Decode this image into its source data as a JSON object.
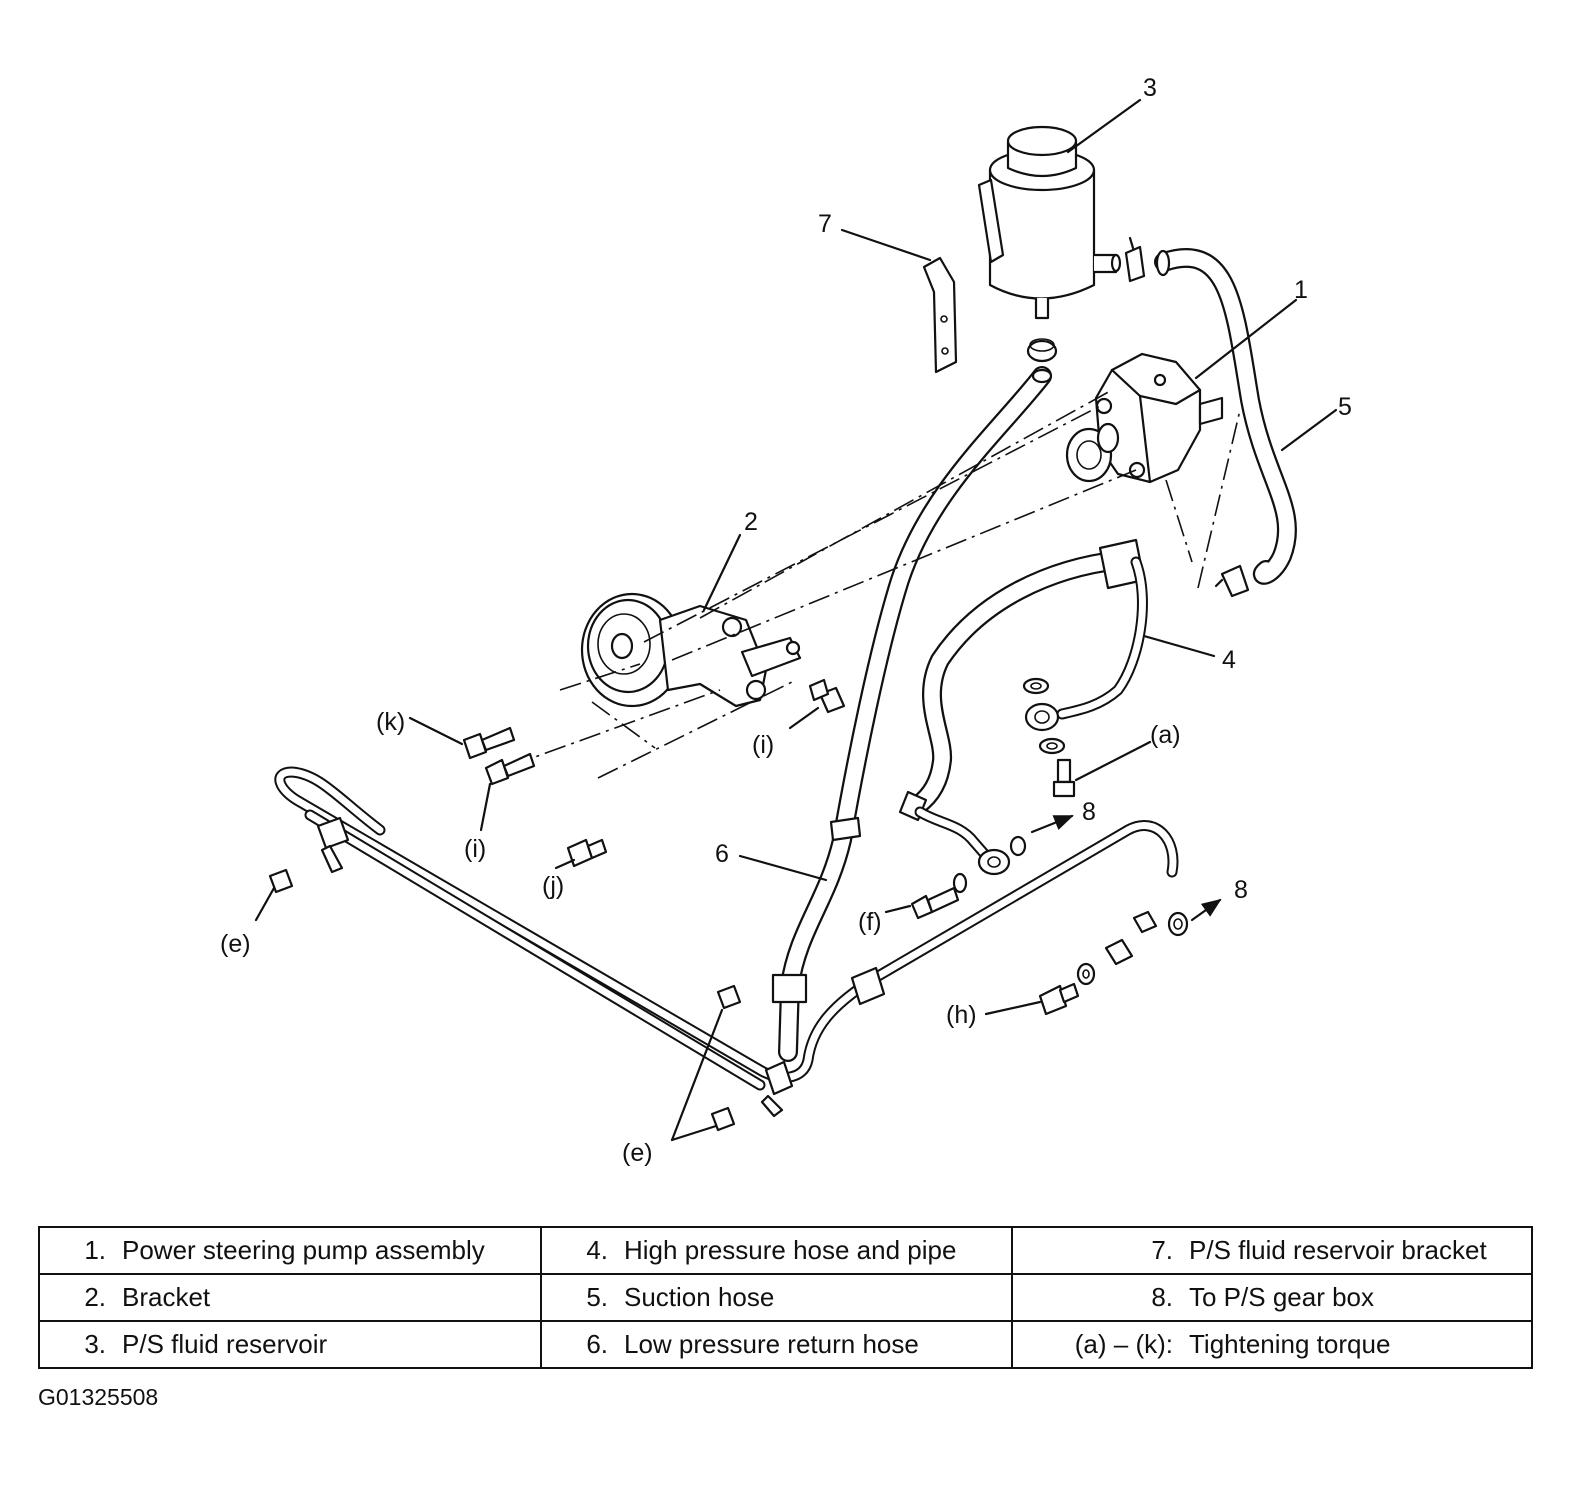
{
  "callouts": {
    "c1": "1",
    "c2": "2",
    "c3": "3",
    "c4": "4",
    "c5": "5",
    "c6": "6",
    "c7": "7",
    "c8a": "8",
    "c8b": "8",
    "a": "(a)",
    "e1": "(e)",
    "e2": "(e)",
    "f": "(f)",
    "h": "(h)",
    "i1": "(i)",
    "i2": "(i)",
    "j": "(j)",
    "k": "(k)"
  },
  "legend": {
    "rows": [
      [
        {
          "num": "1.",
          "label": "Power steering pump assembly"
        },
        {
          "num": "4.",
          "label": "High pressure hose and pipe"
        },
        {
          "num": "7.",
          "label": "P/S fluid reservoir bracket"
        }
      ],
      [
        {
          "num": "2.",
          "label": "Bracket"
        },
        {
          "num": "5.",
          "label": "Suction hose"
        },
        {
          "num": "8.",
          "label": "To P/S gear box"
        }
      ],
      [
        {
          "num": "3.",
          "label": "P/S fluid reservoir"
        },
        {
          "num": "6.",
          "label": "Low pressure return hose"
        },
        {
          "num": "(a) – (k):",
          "label": "Tightening torque"
        }
      ]
    ]
  },
  "figure_code": "G01325508"
}
